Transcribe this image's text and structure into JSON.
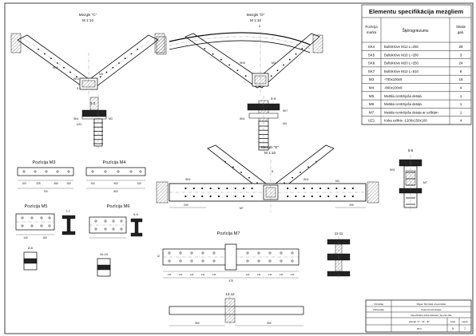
{
  "spec_table": {
    "title": "Elementu specifikācija mezgliem",
    "headers": {
      "pos": "Pozīcija marka",
      "desc": "Šķērsgriezums",
      "qty": "Skaits gab."
    },
    "rows": [
      {
        "pos": "SK4",
        "desc": "Bultskrūve M12  L=250",
        "qty": "28"
      },
      {
        "pos": "SK5",
        "desc": "Bultskrūve M16  L=280",
        "qty": "3"
      },
      {
        "pos": "SK6",
        "desc": "Bultskrūve M20  L=250",
        "qty": "24"
      },
      {
        "pos": "SK7",
        "desc": "Bultskrūve M12  L=510",
        "qty": "8"
      },
      {
        "pos": "M3",
        "desc": "-700x100x8",
        "qty": "16"
      },
      {
        "pos": "M4",
        "desc": "-800x100x8",
        "qty": "4"
      },
      {
        "pos": "M5",
        "desc": "Metāla centrējoša detaļa",
        "qty": "1"
      },
      {
        "pos": "M6",
        "desc": "Metāla centrējoša detaļa",
        "qty": "1"
      },
      {
        "pos": "M7",
        "desc": "Metāla centrējoša detaļa ar uzlikām",
        "qty": "1"
      },
      {
        "pos": "UZ1",
        "desc": "Koka uzlikts -1200x150x100",
        "qty": "4"
      }
    ]
  },
  "views": {
    "node_c": {
      "title": "Mezgls \"C\"",
      "scale": "M 1:10"
    },
    "node_d": {
      "title": "Mezgls \"D\"",
      "scale": "M 1:10"
    },
    "node_e": {
      "title": "Mezgls \"E\"",
      "scale": "M 1:10"
    },
    "pos_m3": "Pozīcija M3",
    "pos_m4": "Pozīcija M4",
    "pos_m5": "Pozīcija M5",
    "pos_m6": "Pozīcija M6",
    "pos_m7": "Pozīcija M7"
  },
  "sections": {
    "s33": "3-3",
    "s44": "4-4",
    "s55": "5-5",
    "s77": "7-7",
    "s88": "8-8",
    "s99": "9-9",
    "s1010": "10-10",
    "s1111": "11-11",
    "s1212": "12-12",
    "cut3": "3",
    "cut4": "4",
    "cut5": "5"
  },
  "labels": {
    "sk4": "SK4",
    "sk5": "SK5",
    "sk6": "SK6",
    "sk7": "SK7",
    "m3": "M3",
    "m4": "M4",
    "m5": "M5",
    "m6": "M6",
    "m7": "M7",
    "uz1": "UZ1"
  },
  "dims": {
    "m3_a": "100",
    "m3_b": "225",
    "m3_c": "450",
    "m3_d": "150",
    "m3_total": "700",
    "m4_a": "100",
    "m4_b": "400",
    "m4_c": "100",
    "m4_total": "800",
    "m5_a": "140",
    "m5_b": "160",
    "m7_seg": "140",
    "m7_a": "475",
    "m7_b": "12",
    "s1212_l": "950",
    "s1212_r": "950",
    "e_l": "200",
    "e_r": "200",
    "d_h": "150",
    "v_h": "340"
  },
  "title_block": {
    "org": "Rīgas Tehniskā universitāte",
    "course": "Koka konstrukcijas",
    "line1": "Būvniecības inženieru fakultāte",
    "project": "Daudzstāvu koka karkasa, Sporta zāle",
    "sheet_title": "Mezgli \"C\", \"D\", \"E\"",
    "sheet_label": "Lapa",
    "sheet_no": "5",
    "sheets_label": "Lapas",
    "sheets_total": "7",
    "role1": "Izstrādāja",
    "role2": "Pārbaudīja",
    "stage": "RTU"
  }
}
